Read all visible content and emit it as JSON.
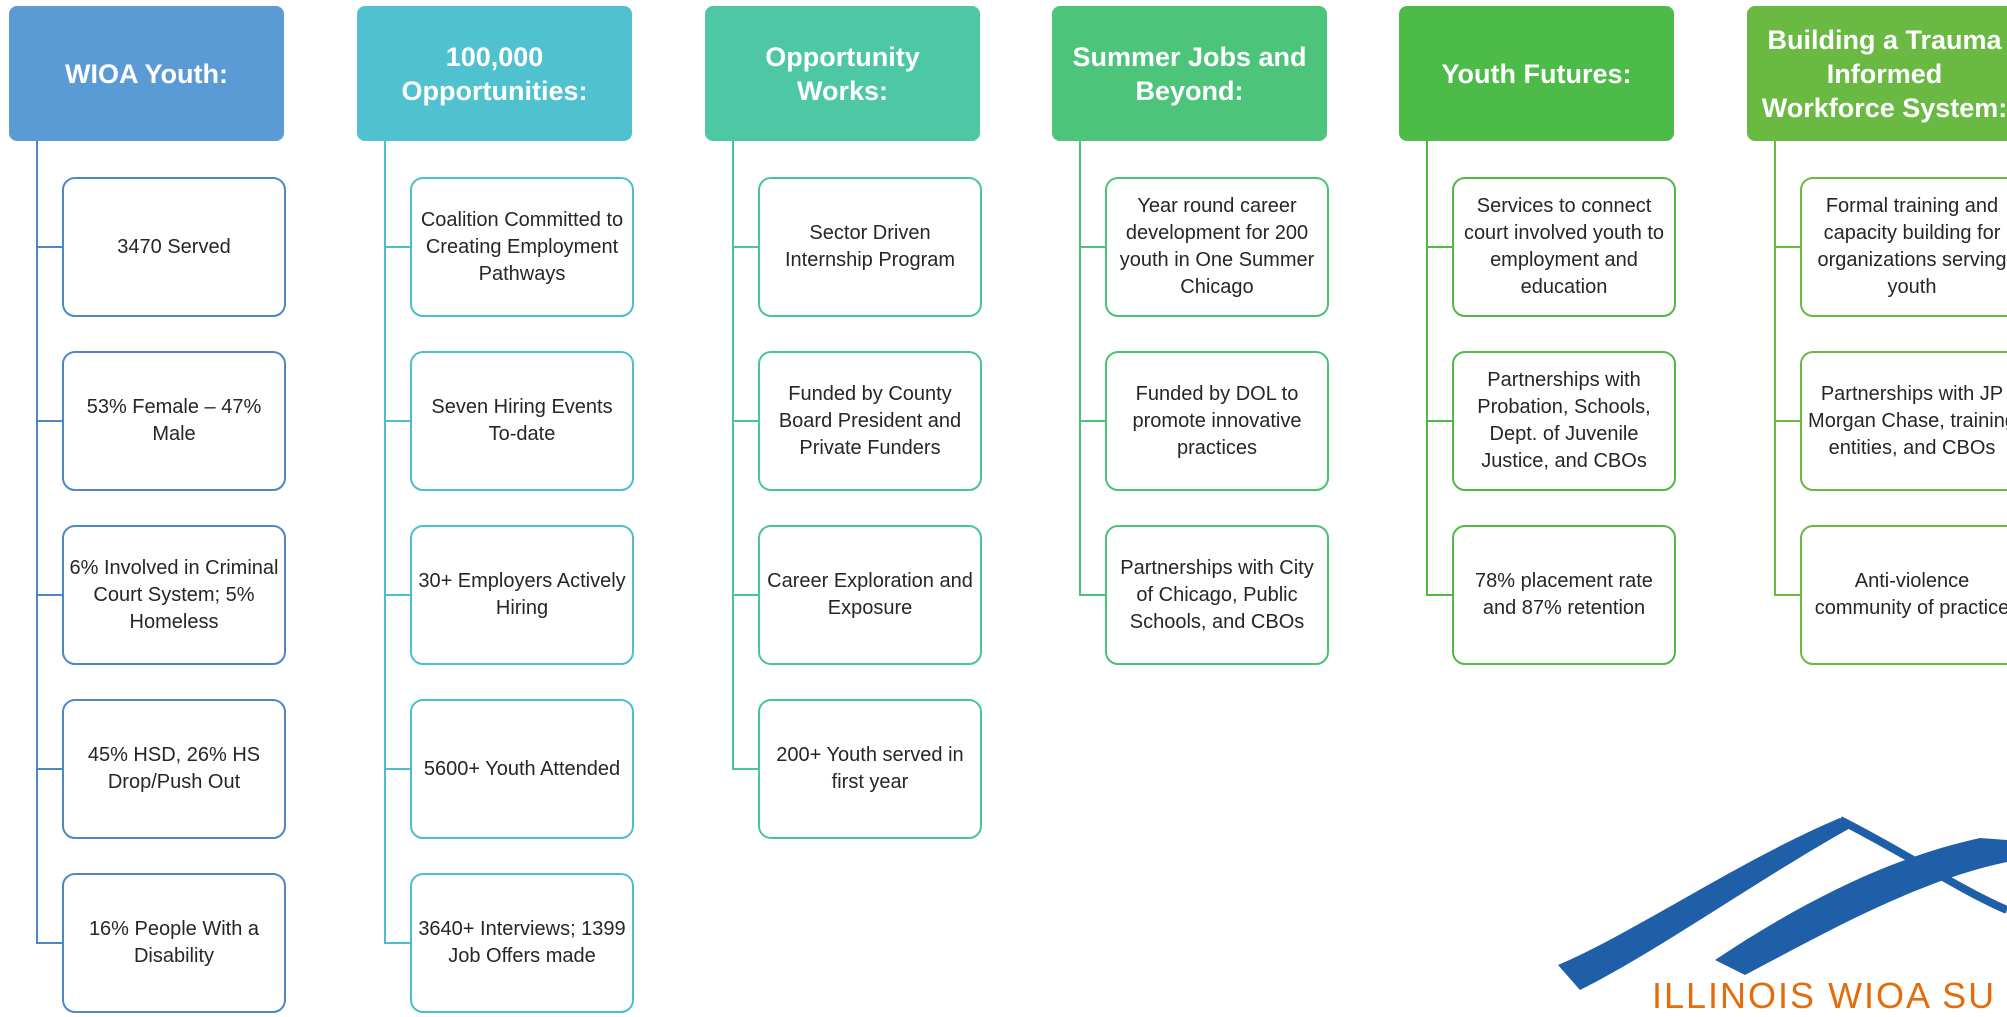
{
  "columns": [
    {
      "title": "WIOA Youth:",
      "header_color": "#5b9bd5",
      "border_color": "#4f86c6",
      "items": [
        "3470 Served",
        "53% Female – 47% Male",
        "6% Involved in Criminal Court System; 5% Homeless",
        "45% HSD, 26% HS Drop/Push Out",
        "16% People With a Disability"
      ]
    },
    {
      "title": "100,000\nOpportunities:",
      "header_color": "#4fc1cf",
      "border_color": "#4dbfcc",
      "items": [
        "Coalition Committed to Creating Employment Pathways",
        "Seven Hiring Events To-date",
        "30+ Employers Actively Hiring",
        "5600+ Youth Attended",
        "3640+ Interviews; 1399 Job Offers made"
      ]
    },
    {
      "title": "Opportunity\nWorks:",
      "header_color": "#4dc7a4",
      "border_color": "#4ac3a0",
      "items": [
        "Sector Driven Internship Program",
        "Funded by County Board President and Private Funders",
        "Career Exploration and Exposure",
        "200+ Youth served in first year"
      ]
    },
    {
      "title": "Summer Jobs and\nBeyond:",
      "header_color": "#4cc57a",
      "border_color": "#4cc276",
      "items": [
        "Year round career development for 200 youth in One Summer Chicago",
        "Funded by DOL to promote innovative practices",
        "Partnerships with City of Chicago, Public Schools, and CBOs"
      ]
    },
    {
      "title": "Youth Futures:",
      "header_color": "#4dbb48",
      "border_color": "#52b846",
      "items": [
        "Services to connect court involved youth to employment and education",
        "Partnerships with Probation, Schools, Dept. of Juvenile Justice, and CBOs",
        "78% placement rate and 87% retention"
      ]
    },
    {
      "title": "Building a Trauma\nInformed\nWorkforce System:",
      "header_color": "#6ab943",
      "border_color": "#6ab943",
      "items": [
        "Formal training and capacity building for organizations serving youth",
        "Partnerships with JP Morgan Chase, training entities, and CBOs",
        "Anti-violence community of practice"
      ]
    }
  ],
  "logo": {
    "text": "ILLINOIS WIOA SU",
    "swoosh_color": "#1f5fa8",
    "text_color": "#e46c0a"
  }
}
